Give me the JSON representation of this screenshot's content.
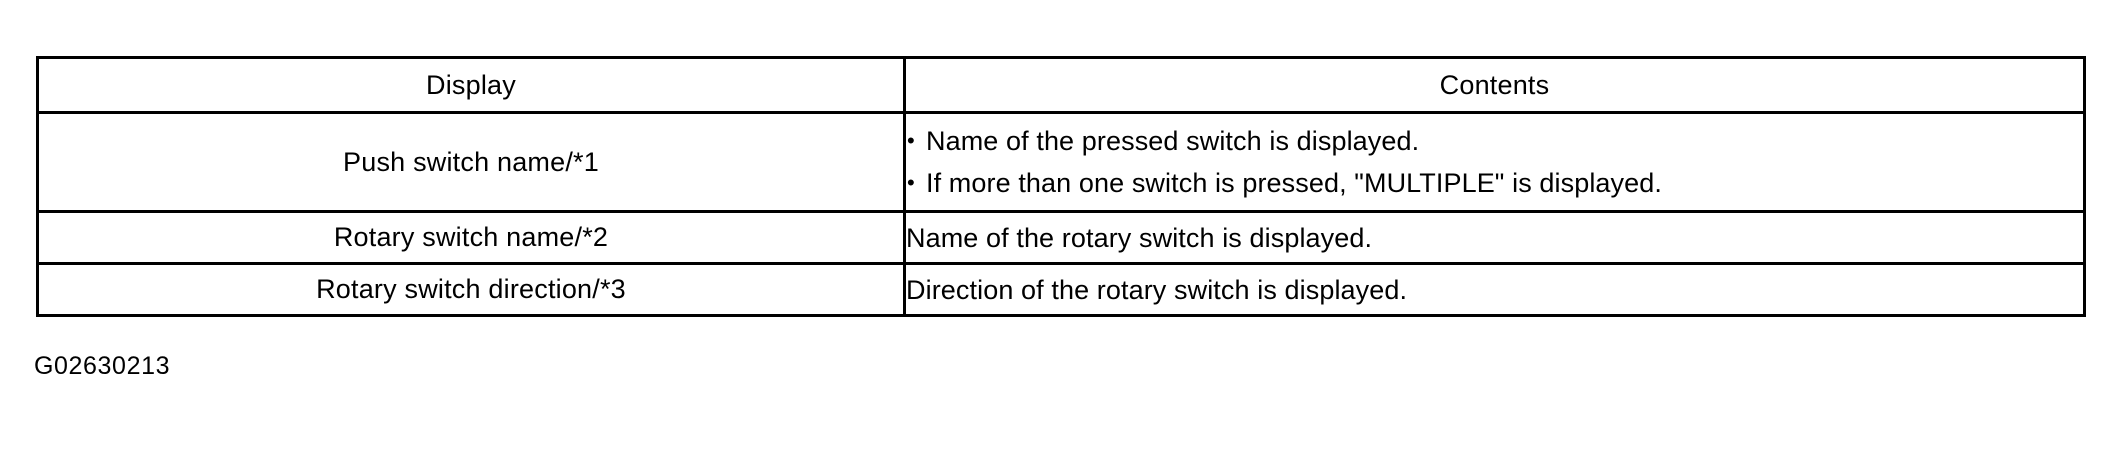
{
  "figure": {
    "caption": "G02630213"
  },
  "table": {
    "columns": [
      {
        "key": "display",
        "header": "Display"
      },
      {
        "key": "contents",
        "header": "Contents"
      }
    ],
    "rows": [
      {
        "display": "Push switch name/*1",
        "contents_type": "bullets",
        "contents_bullets": [
          "Name of the pressed switch is displayed.",
          "If more than one switch is pressed, \"MULTIPLE\" is displayed."
        ],
        "bullet_glyph": "•"
      },
      {
        "display": "Rotary switch name/*2",
        "contents_type": "text",
        "contents_text": "Name of the rotary switch is displayed."
      },
      {
        "display": "Rotary switch direction/*3",
        "contents_type": "text",
        "contents_text": "Direction of the rotary switch is displayed."
      }
    ]
  },
  "style": {
    "border_color": "#000000",
    "background_color": "#ffffff",
    "text_color": "#000000"
  }
}
